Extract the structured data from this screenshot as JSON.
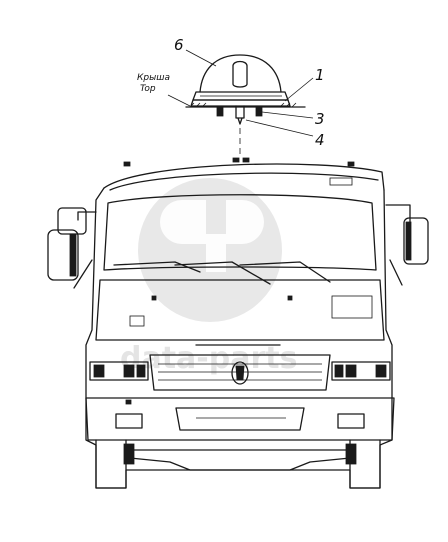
{
  "roof_label": {
    "line1": "Крыша",
    "line2": "Top"
  },
  "callouts": {
    "beacon_number": "6",
    "gasket_number": "1",
    "nut_number": "3",
    "washer_number": "4"
  },
  "watermark": {
    "text": "data-parts"
  }
}
